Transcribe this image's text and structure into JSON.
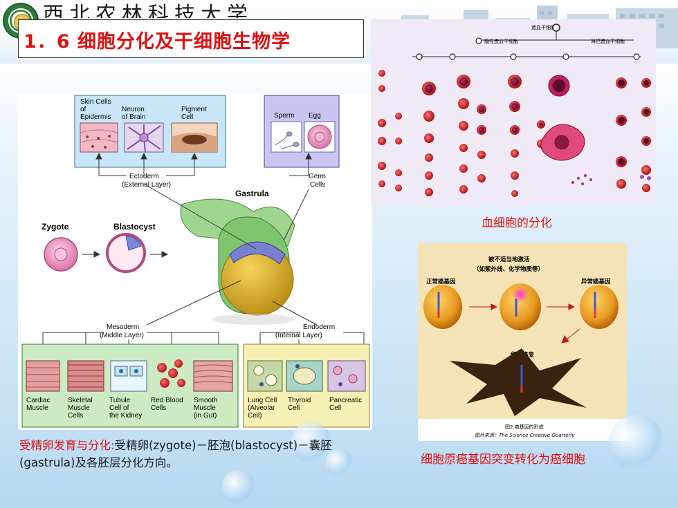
{
  "header": {
    "school_name": "西北农林科技大学",
    "slide_title": "1．6 细胞分化及干细胞生物学"
  },
  "dev_diagram": {
    "ectoderm_cells": [
      "Skin Cells of Epidermis",
      "Neuron of Brain",
      "Pigment Cell"
    ],
    "germ_cells": [
      "Sperm",
      "Egg"
    ],
    "ectoderm_label": "Ectoderm",
    "ectoderm_sub": "(External Layer)",
    "germ_label": "Germ",
    "germ_label2": "Cells",
    "gastrula": "Gastrula",
    "zygote": "Zygote",
    "blastocyst": "Blastocyst",
    "mesoderm_label": "Mesoderm",
    "mesoderm_sub": "(Middle Layer)",
    "endoderm_label": "Endoderm",
    "endoderm_sub": "(Internal Layer)",
    "mesoderm_cells": [
      "Cardiac Muscle",
      "Skeletal Muscle Cells",
      "Tubule Cell of the Kidney",
      "Red Blood Cells",
      "Smooth Muscle (in Gut)"
    ],
    "endoderm_cells": [
      "Lung Cell (Alveolar Cell)",
      "Thyroid Cell",
      "Pancreatic Cell"
    ]
  },
  "blood_diagram": {
    "top_label": "造血干细胞",
    "myeloid_label": "髓性造血干细胞",
    "lymph_label": "淋巴造血干细胞",
    "caption": "血细胞的分化"
  },
  "cancer_diagram": {
    "top_note": "被不适当地激活",
    "top_note2": "（如紫外线、化学物质等）",
    "normal_gene": "正常癌基因",
    "abnormal_gene": "异常癌基因",
    "cancer_cell": "细胞癌变",
    "fig_label": "图2 癌基因的形成",
    "source": "图片来源：The Science Creative Quarterly",
    "caption": "细胞原癌基因突变转化为癌细胞"
  },
  "bottom_text": {
    "lead": "受精卵发育与分化:",
    "body": "受精卵(zygote)－胚泡(blastocyst)－囊胚(gastrula)及各胚层分化方向。"
  },
  "colors": {
    "title_red": "#e01010",
    "ectoderm_bg": "#c8e6f7",
    "germ_bg": "#c9c6f2",
    "mesoderm_bg": "#ccebc2",
    "endoderm_bg": "#f6f0b4"
  }
}
